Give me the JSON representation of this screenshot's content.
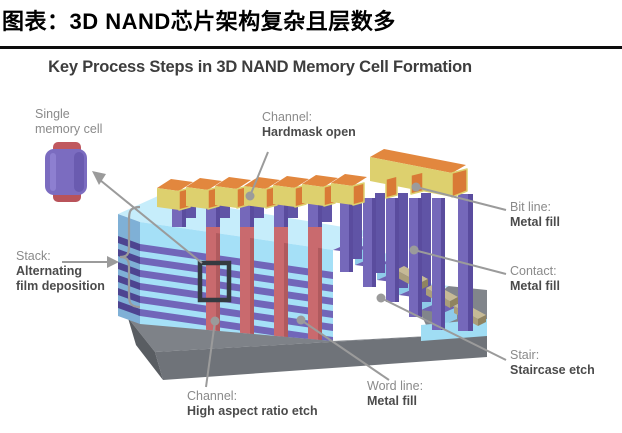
{
  "header": {
    "title": "图表：3D NAND芯片架构复杂且层数多"
  },
  "figure": {
    "title": "Key Process Steps in 3D NAND Memory Cell Formation",
    "annotations": {
      "single_cell": {
        "line1": "Single",
        "line2": "memory cell"
      },
      "channel_top": {
        "term": "Channel:",
        "desc": "Hardmask open"
      },
      "bit_line": {
        "term": "Bit line:",
        "desc": "Metal fill"
      },
      "contact": {
        "term": "Contact:",
        "desc": "Metal fill"
      },
      "stair": {
        "term": "Stair:",
        "desc": "Staircase etch"
      },
      "stack": {
        "term": "Stack:",
        "desc_line1": "Alternating",
        "desc_line2": "film deposition"
      },
      "channel_bottom": {
        "term": "Channel:",
        "desc": "High aspect ratio etch"
      },
      "word_line": {
        "term": "Word line:",
        "desc": "Metal fill"
      }
    },
    "colors": {
      "layer_cyan": "#a5e0f7",
      "layer_cyan_top": "#c6edfb",
      "layer_purple": "#7166b9",
      "channel_red": "#c96a6e",
      "hardmask_orange": "#e2873e",
      "hardmask_yellow": "#ddd06e",
      "pillar_purple": "#7568ba",
      "stair_tan": "#b3a683",
      "base_gray": "#6f7379",
      "leader_gray": "#9b9b9b",
      "label_gray": "#8a8a8a",
      "label_dark": "#4b4b4b"
    }
  }
}
